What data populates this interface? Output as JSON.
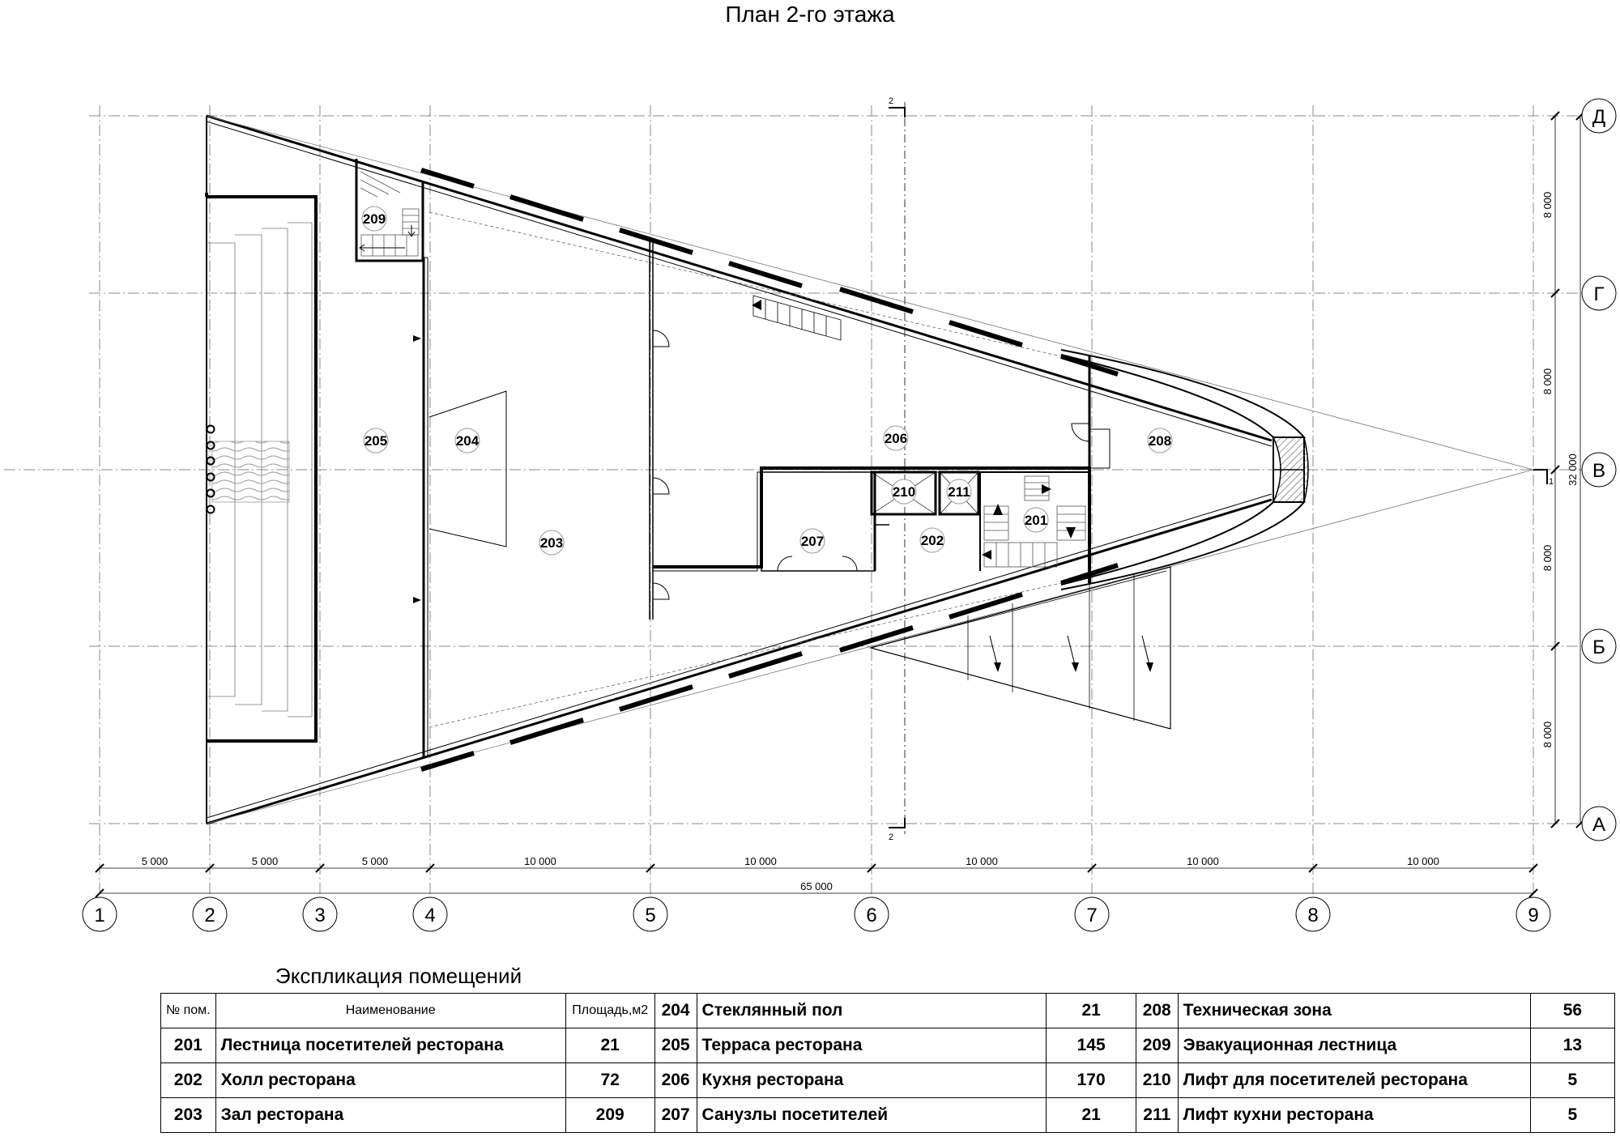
{
  "title": "План 2-го этажа",
  "axes": {
    "columns": [
      "1",
      "2",
      "3",
      "4",
      "5",
      "6",
      "7",
      "8",
      "9"
    ],
    "rows": [
      "Д",
      "Г",
      "В",
      "Б",
      "А"
    ],
    "column_spacings": [
      "5 000",
      "5 000",
      "5 000",
      "10 000",
      "10 000",
      "10 000",
      "10 000",
      "10 000"
    ],
    "total_width": "65 000",
    "row_spacings": [
      "8 000",
      "8 000",
      "8 000",
      "8 000"
    ],
    "total_height": "32 000"
  },
  "section_marks": {
    "top": "2",
    "bottom": "2",
    "right": "1"
  },
  "room_labels": [
    "201",
    "202",
    "203",
    "204",
    "205",
    "206",
    "207",
    "208",
    "209",
    "210",
    "211"
  ],
  "explication": {
    "title": "Экспликация помещений",
    "headers": {
      "number": "№ пом.",
      "name": "Наименование",
      "area": "Площадь,м2"
    },
    "rooms": [
      {
        "number": "201",
        "name": "Лестница посетителей ресторана",
        "area": "21"
      },
      {
        "number": "202",
        "name": "Холл ресторана",
        "area": "72"
      },
      {
        "number": "203",
        "name": "Зал ресторана",
        "area": "209"
      },
      {
        "number": "204",
        "name": "Стеклянный пол",
        "area": "21"
      },
      {
        "number": "205",
        "name": "Терраса ресторана",
        "area": "145"
      },
      {
        "number": "206",
        "name": "Кухня ресторана",
        "area": "170"
      },
      {
        "number": "207",
        "name": "Санузлы посетителей",
        "area": "21"
      },
      {
        "number": "208",
        "name": "Техническая зона",
        "area": "56"
      },
      {
        "number": "209",
        "name": "Эвакуационная лестница",
        "area": "13"
      },
      {
        "number": "210",
        "name": "Лифт для посетителей ресторана",
        "area": "5"
      },
      {
        "number": "211",
        "name": "Лифт кухни ресторана",
        "area": "5"
      }
    ]
  }
}
